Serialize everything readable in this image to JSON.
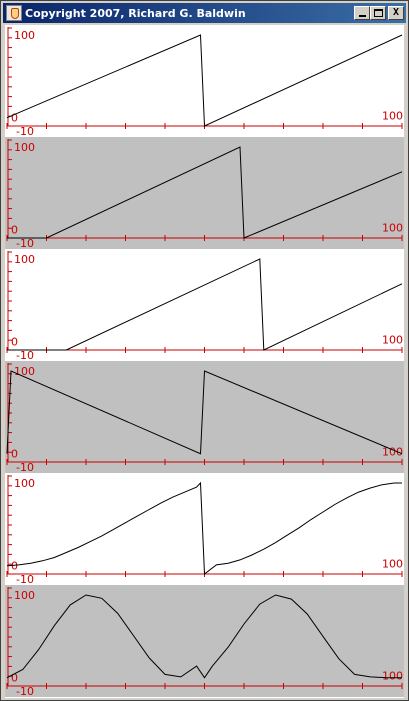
{
  "window": {
    "title": "Copyright 2007, Richard G. Baldwin",
    "controls": {
      "minimize": "minimize",
      "maximize": "maximize",
      "close": "X"
    }
  },
  "colors": {
    "axis": "#cc0000",
    "curve": "#000000",
    "panel_light": "#ffffff",
    "panel_dark": "#c0c0c0"
  },
  "plot_labels": {
    "y_top": "100",
    "y_zero": "0",
    "y_bottom": "-10",
    "x_right": "100"
  },
  "chart_data": [
    {
      "type": "line",
      "background": "light",
      "xlim": [
        0,
        100
      ],
      "ylim": [
        -10,
        100
      ],
      "x": [
        0,
        49,
        50,
        100
      ],
      "y": [
        0,
        100,
        -10,
        100
      ]
    },
    {
      "type": "line",
      "background": "dark",
      "xlim": [
        0,
        100
      ],
      "ylim": [
        -10,
        100
      ],
      "x": [
        0,
        10,
        59,
        60,
        100
      ],
      "y": [
        -10,
        -10,
        100,
        -10,
        70
      ]
    },
    {
      "type": "line",
      "background": "light",
      "xlim": [
        0,
        100
      ],
      "ylim": [
        -10,
        100
      ],
      "x": [
        0,
        15,
        64,
        65,
        100
      ],
      "y": [
        -10,
        -10,
        100,
        -10,
        70
      ]
    },
    {
      "type": "line",
      "background": "dark",
      "xlim": [
        0,
        100
      ],
      "ylim": [
        -10,
        100
      ],
      "x": [
        0,
        1,
        49,
        50,
        100
      ],
      "y": [
        0,
        100,
        0,
        100,
        0
      ]
    },
    {
      "type": "line",
      "background": "light",
      "xlim": [
        0,
        100
      ],
      "ylim": [
        -10,
        100
      ],
      "x": [
        0,
        3,
        6,
        9,
        12,
        15,
        18,
        21,
        24,
        27,
        30,
        33,
        36,
        39,
        42,
        45,
        48,
        49,
        50,
        53,
        56,
        59,
        62,
        65,
        68,
        71,
        74,
        77,
        80,
        83,
        86,
        89,
        92,
        95,
        98,
        100
      ],
      "y": [
        0,
        1,
        3,
        6,
        10,
        16,
        22,
        29,
        36,
        44,
        52,
        60,
        68,
        76,
        83,
        89,
        95,
        100,
        -10,
        1,
        3,
        7,
        13,
        20,
        28,
        37,
        46,
        56,
        65,
        74,
        82,
        89,
        94,
        98,
        100,
        100
      ]
    },
    {
      "type": "line",
      "background": "dark",
      "xlim": [
        0,
        100
      ],
      "ylim": [
        -10,
        100
      ],
      "x": [
        0,
        4,
        8,
        12,
        16,
        20,
        24,
        28,
        32,
        36,
        40,
        44,
        48,
        50,
        52,
        56,
        60,
        64,
        68,
        72,
        76,
        80,
        84,
        88,
        92,
        96,
        100
      ],
      "y": [
        0,
        10,
        34,
        63,
        88,
        100,
        96,
        78,
        51,
        24,
        4,
        1,
        14,
        0,
        14,
        37,
        65,
        89,
        100,
        95,
        77,
        50,
        23,
        4,
        1,
        0,
        0
      ]
    }
  ]
}
